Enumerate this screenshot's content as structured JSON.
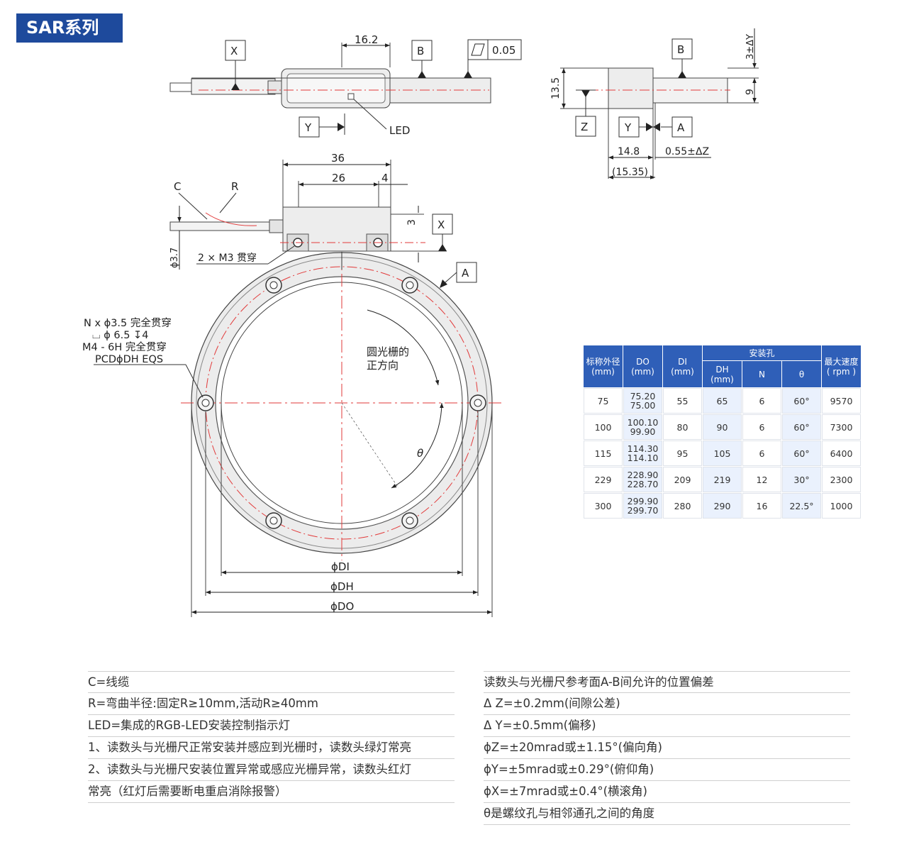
{
  "header": {
    "title": "SAR系列"
  },
  "drawing": {
    "top_view": {
      "dim_width": "16.2",
      "tol_flatness": "0.05",
      "ref_x": "X",
      "ref_b": "B",
      "ref_y": "Y",
      "led": "LED"
    },
    "side_view": {
      "dim_dy": "3±ΔY",
      "dim_height": "13.5",
      "dim_9": "9",
      "ref_b": "B",
      "ref_z": "Z",
      "ref_y": "Y",
      "ref_a": "A",
      "dim_148": "14.8",
      "dim_dz": "0.55±ΔZ",
      "dim_1535": "(15.35)"
    },
    "front_view": {
      "dim_36": "36",
      "dim_26": "26",
      "dim_4": "4",
      "dim_3": "3",
      "label_c": "C",
      "label_r": "R",
      "dia_37": "ϕ3.7",
      "screw": "2 × M3 贯穿",
      "ref_x": "X",
      "ref_a": "A",
      "hole_note_1": "N x  ϕ3.5 完全贯穿",
      "hole_note_2": "⌴ ϕ 6.5  ↧4",
      "hole_note_3": "M4 - 6H 完全贯穿",
      "hole_note_4": "PCDϕDH EQS",
      "direction_1": "圆光栅的",
      "direction_2": "正方向",
      "theta": "θ",
      "dim_di": "ϕDI",
      "dim_dh": "ϕDH",
      "dim_do": "ϕDO"
    }
  },
  "spec_table": {
    "headers": {
      "nominal_1": "标称外径",
      "nominal_2": "(mm)",
      "do_1": "DO",
      "do_2": "(mm)",
      "di_1": "DI",
      "di_2": "(mm)",
      "mount": "安装孔",
      "dh_1": "DH",
      "dh_2": "(mm)",
      "n": "N",
      "theta": "θ",
      "speed_1": "最大速度",
      "speed_2": "( rpm )"
    },
    "rows": [
      {
        "nominal": "75",
        "do_max": "75.20",
        "do_min": "75.00",
        "di": "55",
        "dh": "65",
        "n": "6",
        "theta": "60°",
        "speed": "9570"
      },
      {
        "nominal": "100",
        "do_max": "100.10",
        "do_min": "99.90",
        "di": "80",
        "dh": "90",
        "n": "6",
        "theta": "60°",
        "speed": "7300"
      },
      {
        "nominal": "115",
        "do_max": "114.30",
        "do_min": "114.10",
        "di": "95",
        "dh": "105",
        "n": "6",
        "theta": "60°",
        "speed": "6400"
      },
      {
        "nominal": "229",
        "do_max": "228.90",
        "do_min": "228.70",
        "di": "209",
        "dh": "219",
        "n": "12",
        "theta": "30°",
        "speed": "2300"
      },
      {
        "nominal": "300",
        "do_max": "299.90",
        "do_min": "299.70",
        "di": "280",
        "dh": "290",
        "n": "16",
        "theta": "22.5°",
        "speed": "1000"
      }
    ]
  },
  "notes_left": [
    "C=线缆",
    "R=弯曲半径:固定R≥10mm,活动R≥40mm",
    "LED=集成的RGB-LED安装控制指示灯",
    "1、读数头与光栅尺正常安装并感应到光栅时，读数头绿灯常亮",
    "2、读数头与光栅尺安装位置异常或感应光栅异常，读数头红灯",
    "常亮（红灯后需要断电重启消除报警）"
  ],
  "notes_right": [
    "读数头与光栅尺参考面A-B间允许的位置偏差",
    "Δ Z=±0.2mm(间隙公差)",
    "Δ Y=±0.5mm(偏移)",
    "ϕZ=±20mrad或±1.15°(偏向角)",
    "ϕY=±5mrad或±0.29°(俯仰角)",
    "ϕX=±7mrad或±0.4°(横滚角)",
    "θ是螺纹孔与相邻通孔之间的角度"
  ],
  "colors": {
    "brand": "#1e4a9c",
    "table_header": "#2f5fb8",
    "center_line": "#e23a3a",
    "ring_fill": "#ececec"
  }
}
